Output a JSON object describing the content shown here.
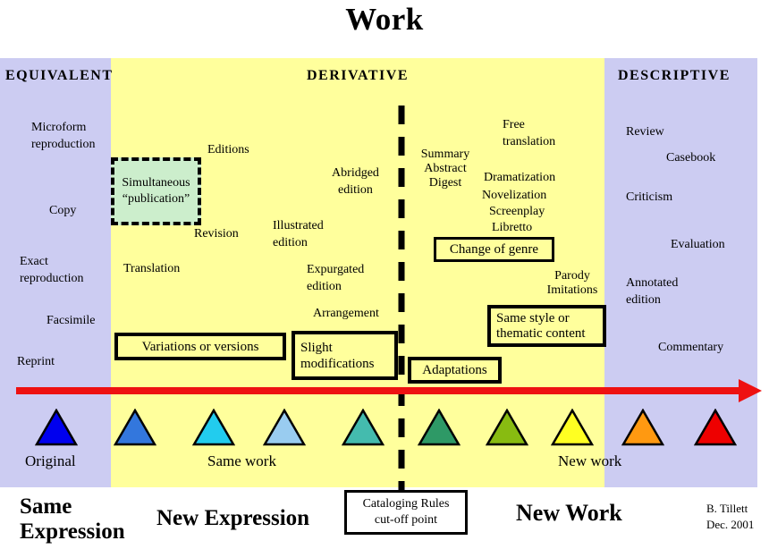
{
  "title": "Work",
  "sections": {
    "equivalent": "EQUIVALENT",
    "derivative": "DERIVATIVE",
    "descriptive": "DESCRIPTIVE"
  },
  "equivalent_labels": {
    "microform": "Microform\nreproduction",
    "copy": "Copy",
    "exact": "Exact\nreproduction",
    "facsimile": "Facsimile",
    "reprint": "Reprint"
  },
  "derivative_labels": {
    "editions": "Editions",
    "revision": "Revision",
    "translation": "Translation",
    "abridged": "Abridged\nedition",
    "illustrated": "Illustrated\nedition",
    "expurgated": "Expurgated\nedition",
    "arrangement": "Arrangement",
    "summary": "Summary\nAbstract\nDigest",
    "free_translation": "Free\ntranslation",
    "dramatization": "Dramatization",
    "novelization": "Novelization",
    "screenplay": "Screenplay",
    "libretto": "Libretto",
    "parody": "Parody\nImitations"
  },
  "descriptive_labels": {
    "review": "Review",
    "casebook": "Casebook",
    "criticism": "Criticism",
    "evaluation": "Evaluation",
    "annotated": "Annotated\nedition",
    "commentary": "Commentary"
  },
  "boxes": {
    "simultaneous_publication": "Simultaneous\n“publication”",
    "variations_or_versions": "Variations or versions",
    "slight_modifications": "Slight\nmodifications",
    "change_of_genre": "Change of genre",
    "same_style": "Same style or\nthematic content",
    "adaptations": "Adaptations",
    "cataloging_rules": "Cataloging Rules\ncut-off point"
  },
  "axis": {
    "original": "Original",
    "same_work": "Same work",
    "new_work": "New work"
  },
  "bottom": {
    "same_expression": "Same\nExpression",
    "new_expression": "New Expression",
    "new_work": "New Work"
  },
  "credit": "B. Tillett\nDec. 2001",
  "colors": {
    "band_lavender": "#CCCCF2",
    "band_yellow": "#FFFF9C",
    "simultaneous_box_green": "#CCEECC",
    "arrow_red": "#EE1111"
  },
  "triangles": [
    {
      "name": "original",
      "color": "#0000EE"
    },
    {
      "name": "same-work-1",
      "color": "#3377DD"
    },
    {
      "name": "same-work-2",
      "color": "#22CCEE"
    },
    {
      "name": "same-work-3",
      "color": "#99CCF0"
    },
    {
      "name": "same-work-4",
      "color": "#44BBAE"
    },
    {
      "name": "new-work-1",
      "color": "#2E9966"
    },
    {
      "name": "new-work-2",
      "color": "#88BB11"
    },
    {
      "name": "new-work-3",
      "color": "#FFFF22"
    },
    {
      "name": "new-work-4",
      "color": "#FF9911"
    },
    {
      "name": "new-work-5",
      "color": "#EE0000"
    }
  ]
}
